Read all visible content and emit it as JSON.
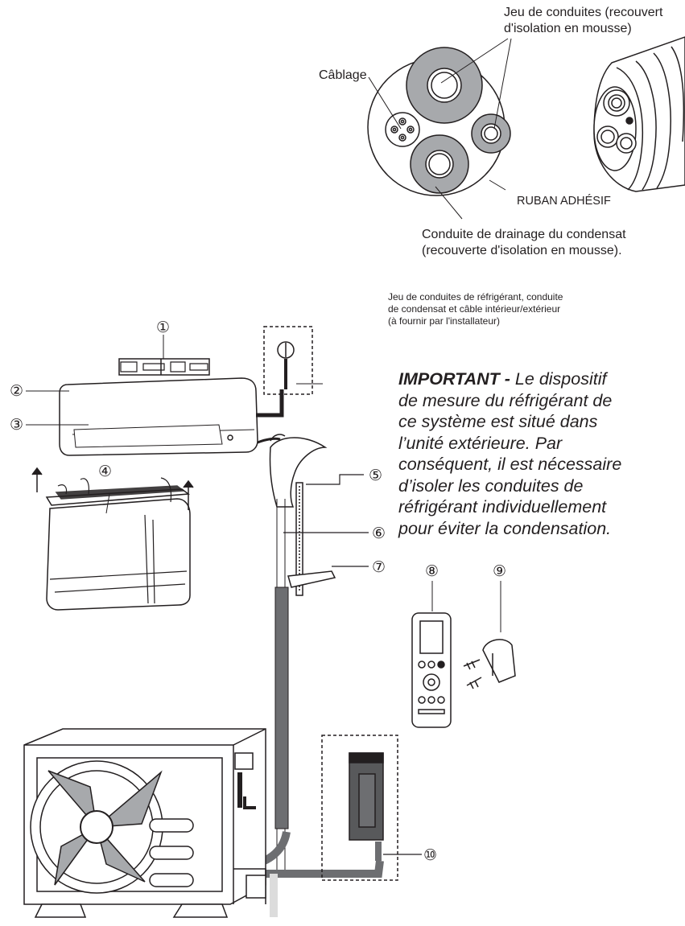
{
  "labels": {
    "pipe_set_line1": "Jeu de conduites (recouvert",
    "pipe_set_line2": "d'isolation en mousse)",
    "wiring": "Câblage",
    "tape": "RUBAN ADHÉSIF",
    "drain_line1": "Conduite de drainage du condensat",
    "drain_line2": "(recouverte d'isolation en mousse).",
    "lineset_line1": "Jeu de conduites de réfrigérant, conduite",
    "lineset_line2": "de condensat et câble intérieur/extérieur",
    "lineset_line3": "(à fournir par l'installateur)"
  },
  "important": {
    "heading": "IMPORTANT -",
    "line1": " Le dispositif",
    "line2": "de mesure du réfrigérant de",
    "line3": "ce système est situé dans",
    "line4": "l’unité extérieure. Par",
    "line5": "conséquent, il est nécessaire",
    "line6": "d’isoler les conduites de",
    "line7": "réfrigérant individuellement",
    "line8": "pour éviter la condensation."
  },
  "callouts": [
    "①",
    "②",
    "③",
    "④",
    "⑤",
    "⑥",
    "⑦",
    "⑧",
    "⑨",
    "⑩"
  ],
  "colors": {
    "line": "#231f20",
    "foam": "#a7a9ac",
    "dark": "#58595b"
  }
}
